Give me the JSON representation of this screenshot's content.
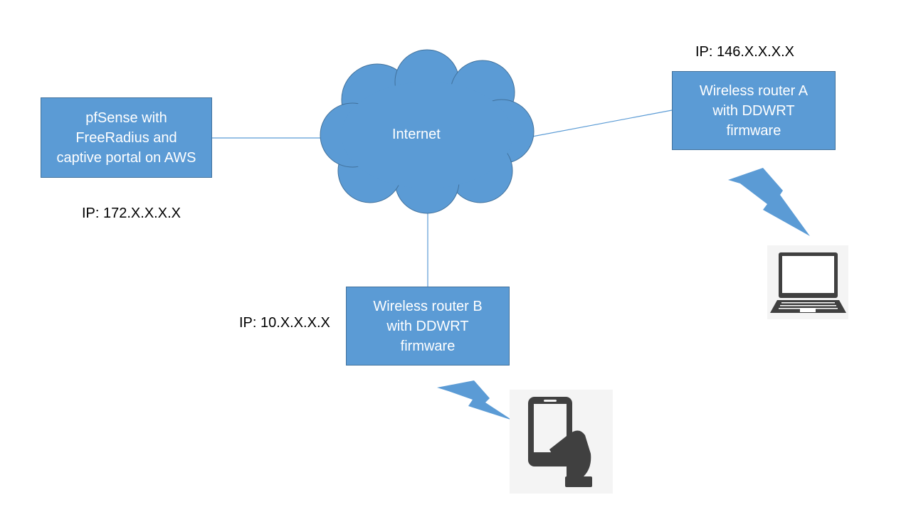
{
  "colors": {
    "box_fill": "#5b9bd5",
    "box_border": "#41719c",
    "link_line": "#5b9bd5",
    "device_icon": "#404040"
  },
  "nodes": {
    "pfsense": {
      "lines": [
        "pfSense with",
        "FreeRadius and",
        "captive portal on AWS"
      ],
      "ip": "IP: 172.X.X.X.X"
    },
    "internet": {
      "label": "Internet",
      "icon": "cloud-icon"
    },
    "router_a": {
      "lines": [
        "Wireless router A",
        "with DDWRT",
        "firmware"
      ],
      "ip": "IP: 146.X.X.X.X"
    },
    "router_b": {
      "lines": [
        "Wireless router B",
        "with DDWRT",
        "firmware"
      ],
      "ip": "IP: 10.X.X.X.X"
    }
  },
  "devices": {
    "laptop": {
      "icon": "laptop-icon",
      "link": "lightning-bolt-icon"
    },
    "phone": {
      "icon": "smartphone-hand-icon",
      "link": "lightning-bolt-icon"
    }
  }
}
